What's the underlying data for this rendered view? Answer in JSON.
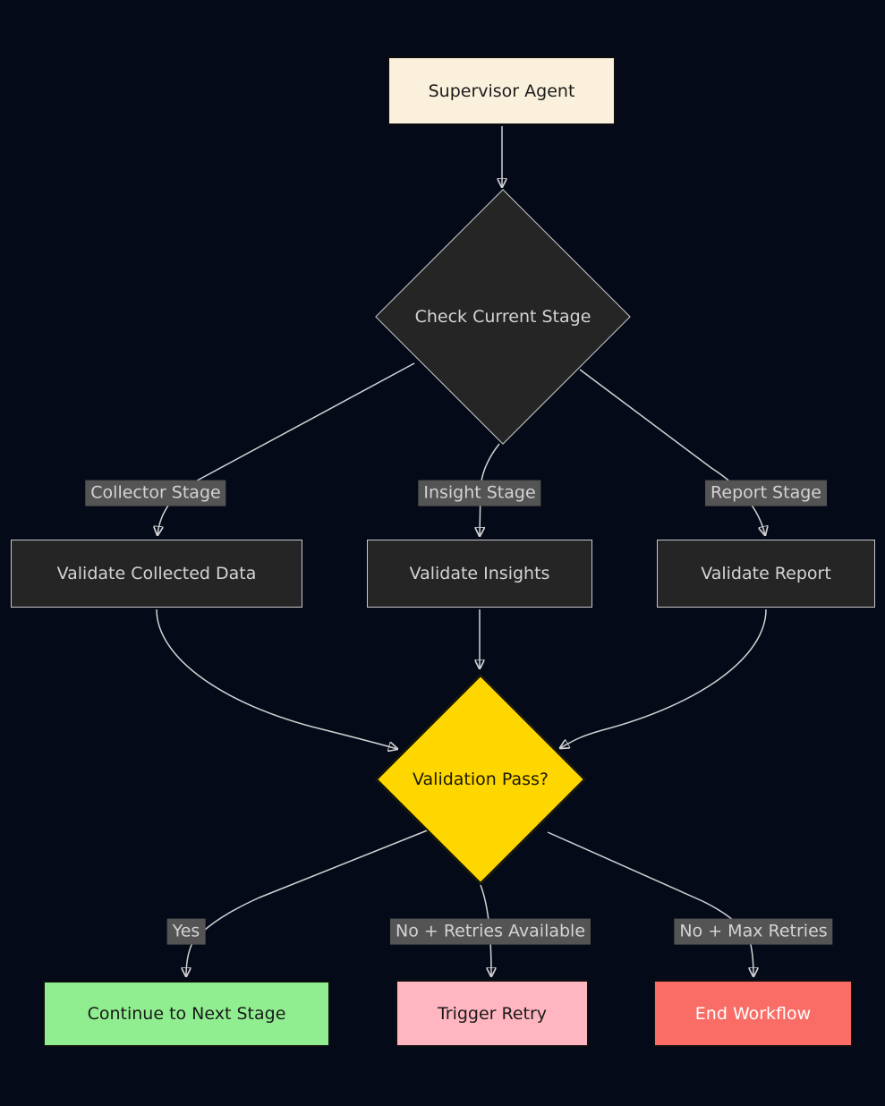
{
  "diagram": {
    "background": "#040a18",
    "line_color": "#d3d3d3",
    "nodes": {
      "supervisor": {
        "label": "Supervisor Agent",
        "shape": "rect",
        "fill": "#faf0dc",
        "text_color": "#1c1c1c"
      },
      "check_stage": {
        "label": "Check Current Stage",
        "shape": "diamond",
        "fill": "#252526",
        "text_color": "#d3d3d3"
      },
      "validate_collected": {
        "label": "Validate Collected Data",
        "shape": "rect",
        "fill": "#252526",
        "text_color": "#d3d3d3"
      },
      "validate_insights": {
        "label": "Validate Insights",
        "shape": "rect",
        "fill": "#252526",
        "text_color": "#d3d3d3"
      },
      "validate_report": {
        "label": "Validate Report",
        "shape": "rect",
        "fill": "#252526",
        "text_color": "#d3d3d3"
      },
      "validation_pass": {
        "label": "Validation Pass?",
        "shape": "diamond",
        "fill": "#ffd700",
        "text_color": "#1a1a00"
      },
      "continue_next_stage": {
        "label": "Continue to Next Stage",
        "shape": "rect",
        "fill": "#90ee90",
        "text_color": "#1a1a1a"
      },
      "trigger_retry": {
        "label": "Trigger Retry",
        "shape": "rect",
        "fill": "#ffb6c1",
        "text_color": "#1a1a1a"
      },
      "end_workflow": {
        "label": "End Workflow",
        "shape": "rect",
        "fill": "#f96d66",
        "text_color": "#ffffff"
      }
    },
    "edge_labels": {
      "collector_stage": "Collector Stage",
      "insight_stage": "Insight Stage",
      "report_stage": "Report Stage",
      "yes": "Yes",
      "no_retries_available": "No + Retries Available",
      "no_max_retries": "No + Max Retries"
    },
    "edge_label_style": {
      "background": "#545454",
      "text_color": "#d3d3d3"
    }
  }
}
